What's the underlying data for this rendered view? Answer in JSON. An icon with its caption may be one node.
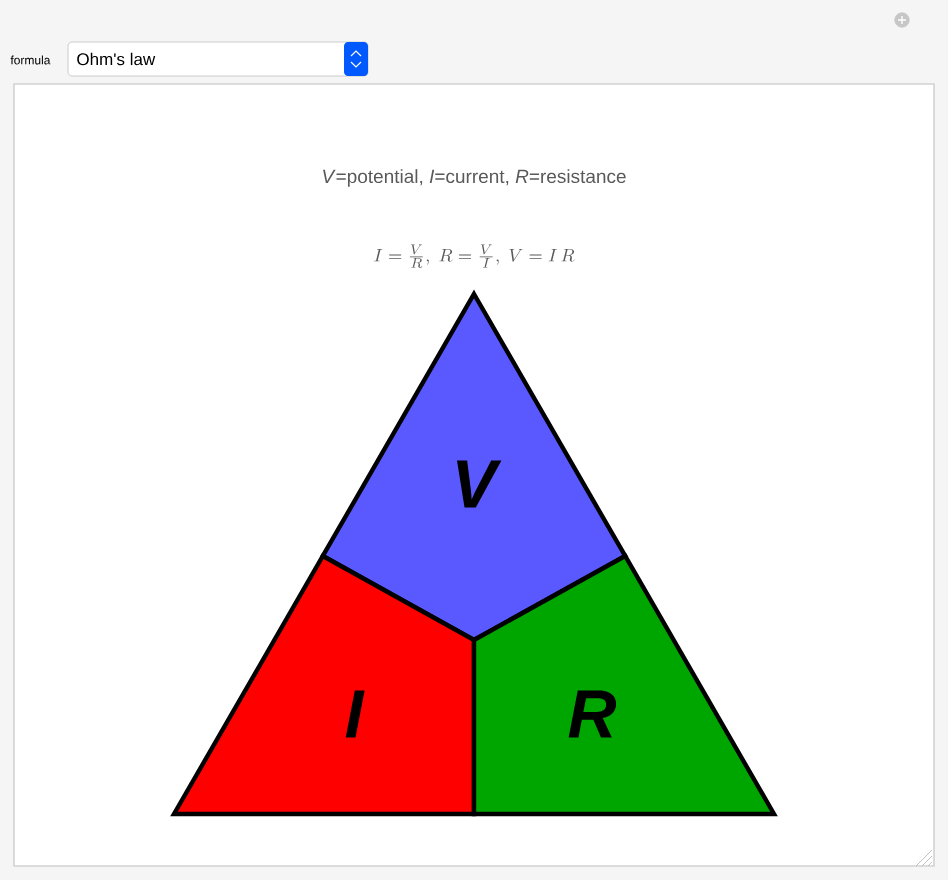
{
  "diagram": {
    "nodes": [
      {
        "text": [
          "V"
        ]
      },
      {
        "text": [
          "I"
        ]
      },
      {
        "text": [
          "R"
        ]
      }
    ],
    "labels": [
      "formula",
      "Ohm's law",
      "*V*=potential, *I*=current, *R*=resistance",
      "I=\\frac{V}{R},\\; R=\\frac{V}{I},\\; V=I\\,R"
    ]
  }
}
